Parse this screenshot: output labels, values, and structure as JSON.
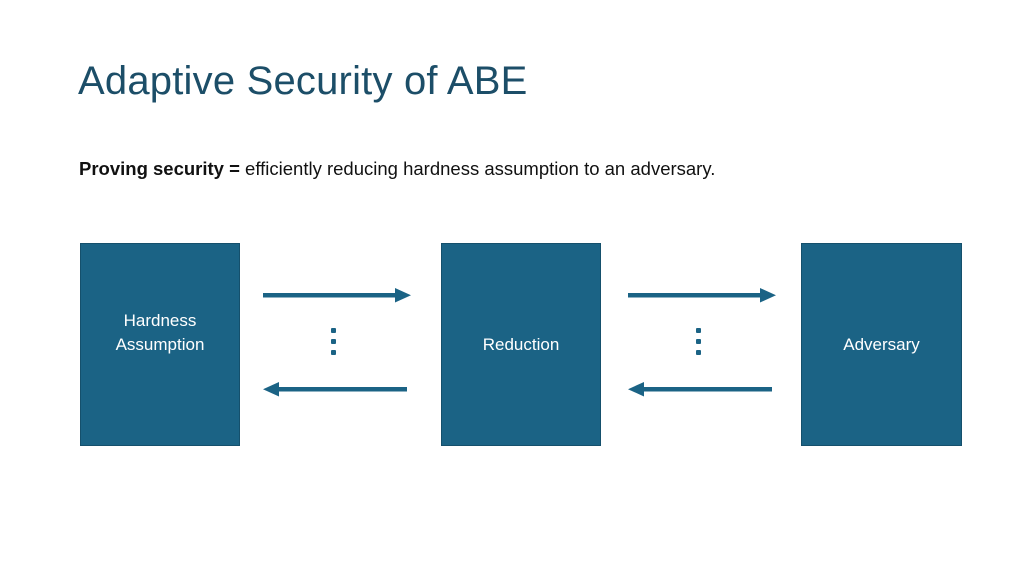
{
  "slide": {
    "title": "Adaptive Security of ABE",
    "body": {
      "bold_prefix": "Proving security =",
      "rest": " efficiently reducing hardness assumption to an adversary."
    },
    "colors": {
      "title_text": "#1c4e68",
      "box_fill": "#1b6385",
      "box_border": "#15506c",
      "box_text": "#ffffff",
      "arrow": "#1b6385",
      "body_text": "#111111",
      "background": "#ffffff"
    },
    "diagram": {
      "boxes": [
        {
          "id": "hardness",
          "label": "Hardness\nAssumption"
        },
        {
          "id": "reduction",
          "label": "Reduction"
        },
        {
          "id": "adversary",
          "label": "Adversary"
        }
      ],
      "arrow_groups": [
        {
          "id": "hardness-to-reduction",
          "top_arrow_direction": "right",
          "bottom_arrow_direction": "left",
          "ellipsis_dots": 3
        },
        {
          "id": "reduction-to-adversary",
          "top_arrow_direction": "right",
          "bottom_arrow_direction": "left",
          "ellipsis_dots": 3
        }
      ]
    }
  }
}
